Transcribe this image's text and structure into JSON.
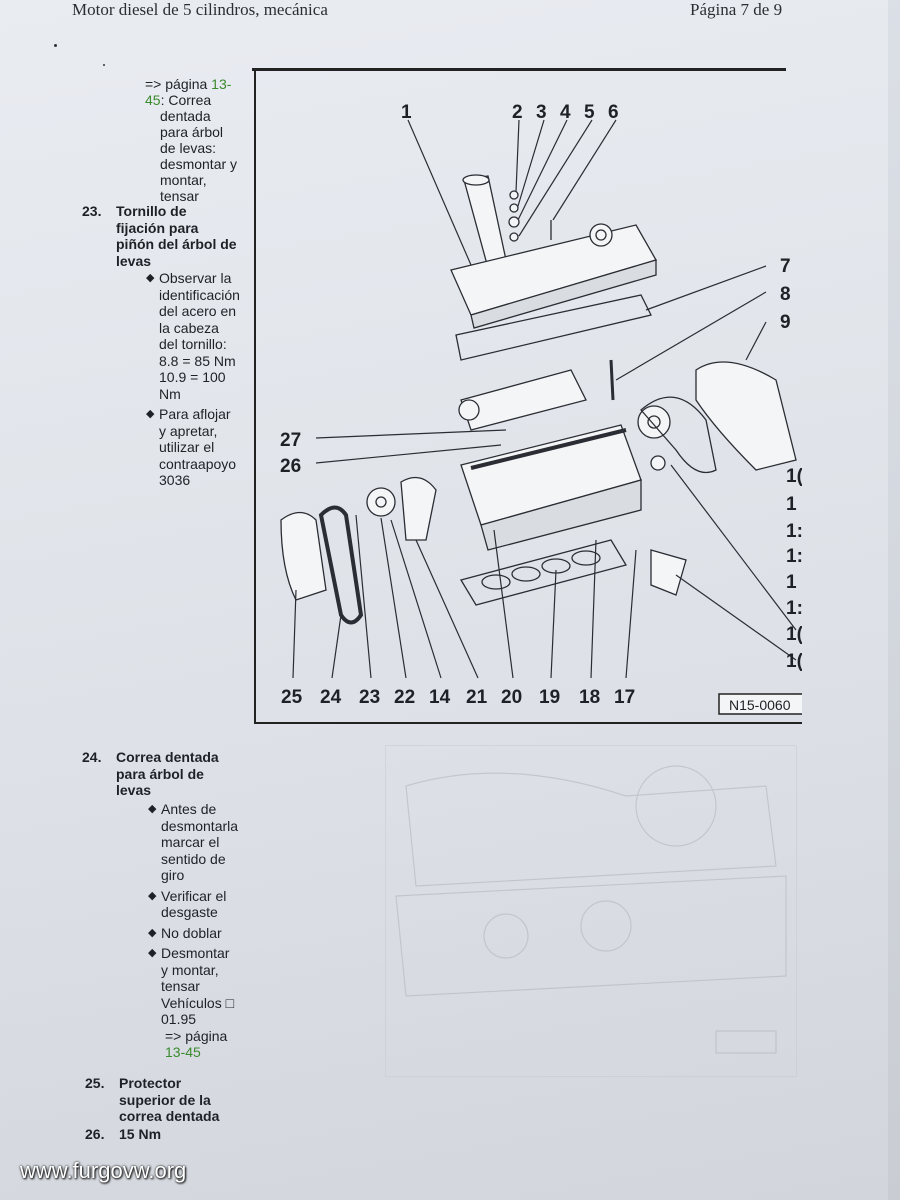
{
  "header": {
    "left": "Motor diesel de 5 cilindros, mecánica",
    "right": "Página 7 de 9"
  },
  "top_continuation": {
    "prefix": "=> página ",
    "link_line1": "13-",
    "link_line2": "45",
    "lines": [
      ": Correa",
      "dentada",
      "para árbol",
      "de levas:",
      "desmontar y",
      "montar,",
      "tensar"
    ]
  },
  "item23": {
    "num": "23.",
    "title_lines": [
      "Tornillo de",
      "fijación para",
      "piñón del árbol de",
      "levas"
    ],
    "bullets": [
      [
        "Observar la",
        "identificación",
        "del acero en",
        "la cabeza",
        "del tornillo:",
        "8.8 = 85 Nm",
        "10.9 = 100",
        "Nm"
      ],
      [
        "Para aflojar",
        "y apretar,",
        "utilizar el",
        "contraapoyo",
        "3036"
      ]
    ]
  },
  "figure": {
    "ref": "N15-0060",
    "top_numbers": [
      "1",
      "2",
      "3",
      "4",
      "5",
      "6"
    ],
    "right_numbers": [
      "7",
      "8",
      "9",
      "1(",
      "1",
      "1:",
      "1:",
      "1",
      "1:",
      "1(",
      "1("
    ],
    "left_numbers": [
      "27",
      "26"
    ],
    "bottom_numbers": [
      "25",
      "24",
      "23",
      "22",
      "14",
      "21",
      "20",
      "19",
      "18",
      "17"
    ]
  },
  "item24": {
    "num": "24.",
    "title_lines": [
      "Correa dentada",
      "para árbol de",
      "levas"
    ],
    "bullets": [
      [
        "Antes de",
        "desmontarla",
        "marcar el",
        "sentido de",
        "giro"
      ],
      [
        "Verificar el",
        "desgaste"
      ],
      [
        "No doblar"
      ],
      [
        "Desmontar",
        "y montar,",
        "tensar",
        "Vehículos □",
        "01.95",
        "=> página"
      ]
    ],
    "link": "13-45"
  },
  "item25": {
    "num": "25.",
    "title_lines": [
      "Protector",
      "superior de la",
      "correa dentada"
    ]
  },
  "item26": {
    "num": "26.",
    "title_lines": [
      "15 Nm"
    ]
  },
  "watermark": "www.furgovw.org"
}
